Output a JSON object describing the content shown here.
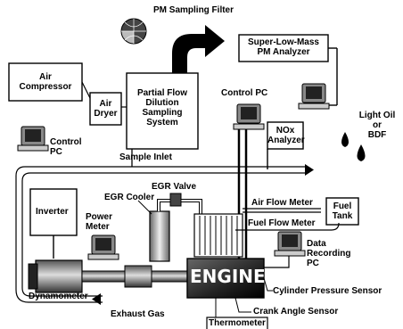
{
  "labels": {
    "pm_filter": "PM Sampling Filter",
    "slm_line1": "Super-Low-Mass",
    "slm_line2": "PM Analyzer",
    "air_comp_line1": "Air",
    "air_comp_line2": "Compressor",
    "air_dryer_line1": "Air",
    "air_dryer_line2": "Dryer",
    "partial_line1": "Partial Flow",
    "partial_line2": "Dilution",
    "partial_line3": "Sampling",
    "partial_line4": "System",
    "control_pc_top": "Control PC",
    "light_oil_line1": "Light Oil",
    "light_oil_line2": "or",
    "light_oil_line3": "BDF",
    "control_pc_left_line1": "Control",
    "control_pc_left_line2": "PC",
    "nox_line1": "NOx",
    "nox_line2": "Analyzer",
    "sample_inlet": "Sample Inlet",
    "egr_valve": "EGR Valve",
    "egr_cooler": "EGR Cooler",
    "air_flow_meter": "Air Flow Meter",
    "fuel_tank_line1": "Fuel",
    "fuel_tank_line2": "Tank",
    "inverter": "Inverter",
    "power_meter_line1": "Power",
    "power_meter_line2": "Meter",
    "fuel_flow_meter": "Fuel Flow Meter",
    "data_rec_line1": "Data",
    "data_rec_line2": "Recording",
    "data_rec_line3": "PC",
    "engine": "ENGINE",
    "dynamometer": "Dynamometer",
    "cylinder_pressure": "Cylinder Pressure Sensor",
    "exhaust_gas": "Exhaust Gas",
    "crank_angle": "Crank Angle Sensor",
    "thermometer": "Thermometer"
  }
}
